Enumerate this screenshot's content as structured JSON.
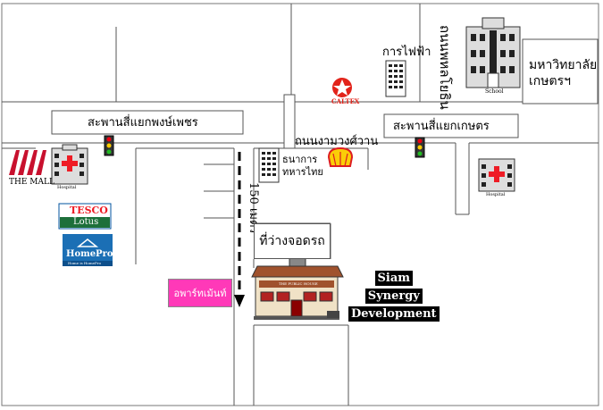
{
  "roads": {
    "sapan_phong_phet": "สะพานสี่แยกพงษ์เพชร",
    "sapan_kaset": "สะพานสี่แยกเกษตร",
    "ngam_wong_wan": "ถนนงามวงศ์วาน",
    "phahonyothin": "ถนนพหลโยธิน",
    "distance": "150 เมตร"
  },
  "places": {
    "electricity": "การไฟฟ้า",
    "university": "มหาวิทยาลัย\nเกษตรฯ",
    "university_line1": "มหาวิทยาลัย",
    "university_line2": "เกษตรฯ",
    "military_bank_line1": "ธนาการ",
    "military_bank_line2": "ทหารไทย",
    "parking": "ที่ว่างจอดรถ",
    "apartment": "อพาร์ทเม้นท์",
    "the_mall": "THE MALL",
    "hospital": "Hospital",
    "school": "School",
    "caltex": "CALTEX",
    "tesco_line1": "TESCO",
    "tesco_line2": "Lotus",
    "homepro": "HomePro",
    "homepro_tag": "Home is HomePro",
    "public_house": "THE PUBLIC HOUSE"
  },
  "company": {
    "line1": "Siam",
    "line2": "Synergy",
    "line3": "Development"
  },
  "colors": {
    "road": "#555555",
    "apartment": "#ff39b8",
    "shell_red": "#dd1d21",
    "shell_yellow": "#fbce07",
    "caltex_red": "#e2231a",
    "hospital_cross": "#ee1c25",
    "homepro_blue": "#1b6fb5",
    "tesco_blue": "#00539f",
    "mall_red": "#c8102e"
  }
}
